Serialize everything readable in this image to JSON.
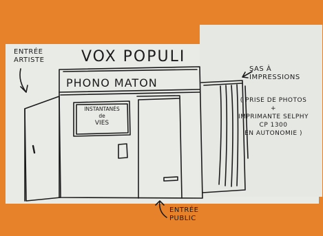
{
  "sketch": {
    "title": "VOX POPULI",
    "brand": "PHONO MATON",
    "artist_entrance": [
      "ENTRÉE",
      "ARTISTE"
    ],
    "public_entrance": [
      "ENTRÉE",
      "PUBLIC"
    ],
    "sign": [
      "INSTANTANÉS",
      "de",
      "VIES"
    ],
    "sas": [
      "SAS À",
      "IMPRESSIONS"
    ],
    "description": [
      "( PRISE de PHOTOS",
      "+",
      "IMPRIMANTE SELPHY",
      "CP 1300",
      "en AUTONOMIE )"
    ]
  },
  "colors": {
    "background": "#e8822a",
    "paper": "#e9ebe6",
    "ink": "#1b1b1b"
  }
}
